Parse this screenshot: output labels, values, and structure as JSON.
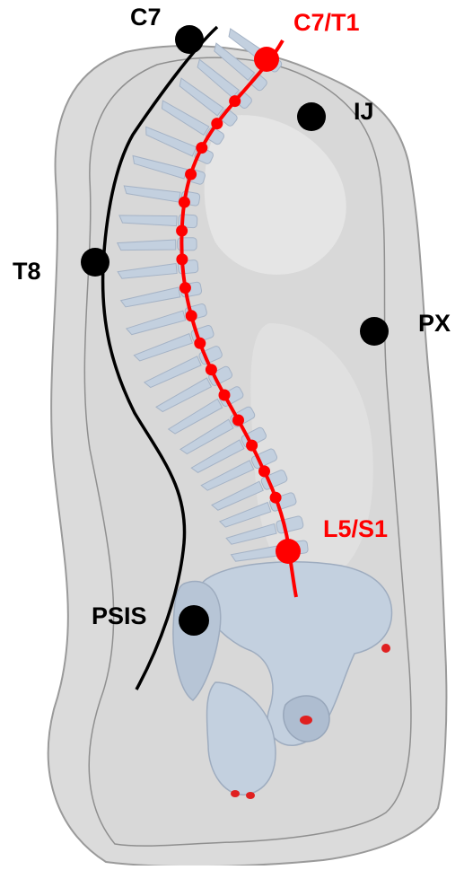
{
  "colors": {
    "background": "#ffffff",
    "torso_fill": "#c9c9c9",
    "torso_edge": "#8f8f8f",
    "bone_fill": "#c3d0df",
    "bone_shade": "#a5b3c6",
    "spine_curve": "#ff0000",
    "skin_curve": "#000000",
    "landmark": "#000000",
    "vertebra_marker": "#ff0000"
  },
  "landmarks": {
    "c7": {
      "label": "C7"
    },
    "t8": {
      "label": "T8"
    },
    "psis": {
      "label": "PSIS"
    },
    "ij": {
      "label": "IJ"
    },
    "px": {
      "label": "PX"
    }
  },
  "spine_markers": {
    "c7t1": {
      "label": "C7/T1"
    },
    "l5s1": {
      "label": "L5/S1"
    }
  },
  "intermediate_vertebra_markers_count": 16
}
